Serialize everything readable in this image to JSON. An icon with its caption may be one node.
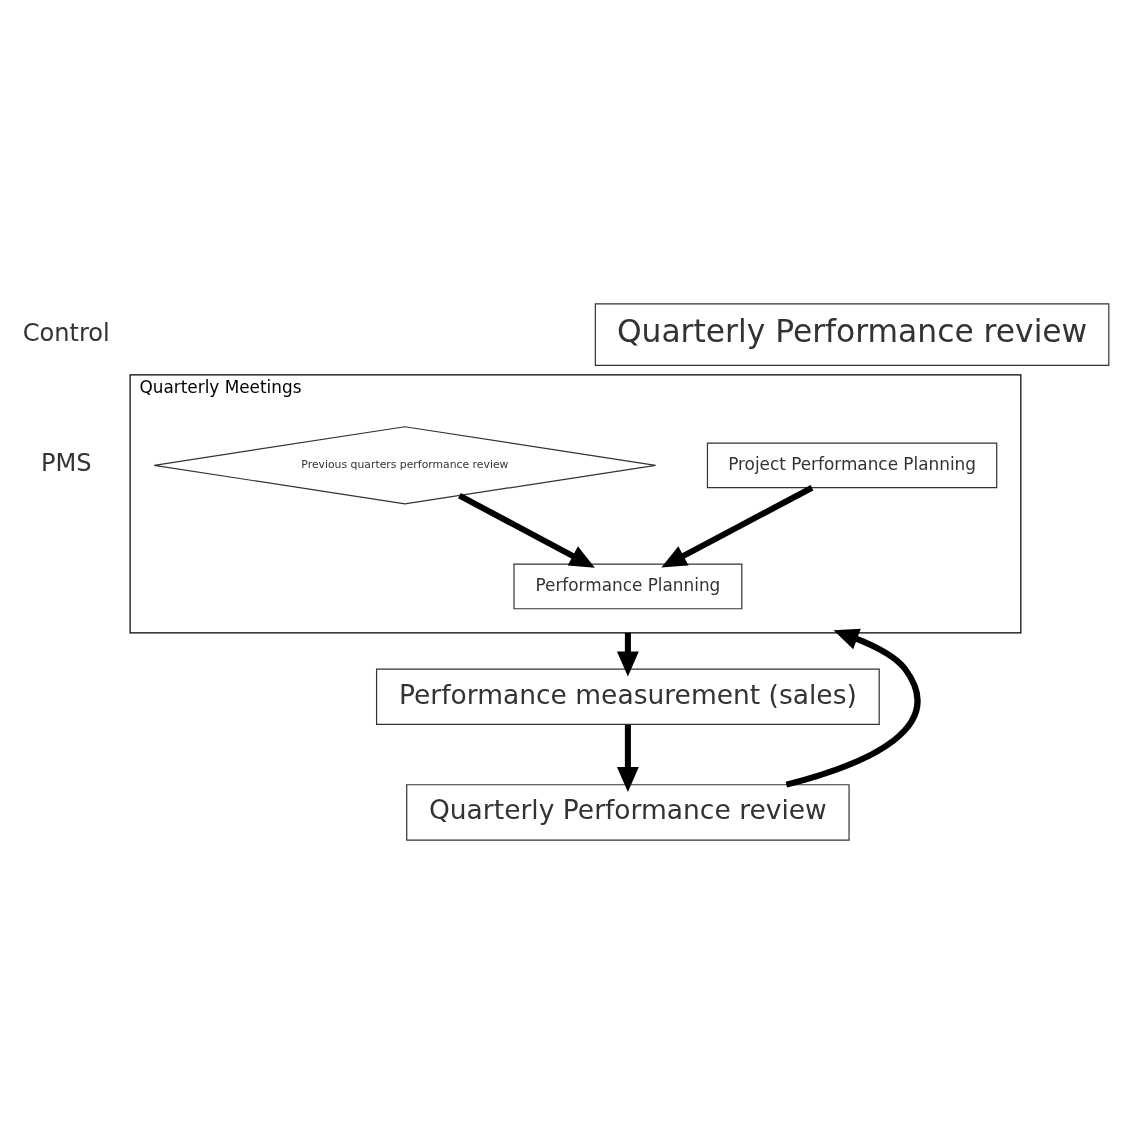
{
  "diagram": {
    "nodes": [
      {
        "text": [
          "Quarterly Performance review"
        ]
      },
      {
        "text": [
          "Quarterly Meetings"
        ]
      },
      {
        "text": [
          "Project Performance Planning"
        ],
        "in": 1
      },
      {
        "text": [
          "Previous quarters performance review"
        ],
        "in": 1
      },
      {
        "text": [
          "Performance Planning"
        ],
        "in": 1
      },
      {
        "text": [
          "Performance measurement (sales)"
        ]
      },
      {
        "text": [
          "Quarterly Performance review"
        ]
      }
    ],
    "edges": [
      {
        "from": 2,
        "to": 4,
        "arrow": "to"
      },
      {
        "from": 3,
        "to": 4,
        "arrow": "to"
      },
      {
        "from": 1,
        "to": 5,
        "arrow": "to"
      },
      {
        "from": 5,
        "to": 6,
        "arrow": "to"
      },
      {
        "from": 6,
        "to": 1,
        "arrow": "to"
      }
    ],
    "labels": [
      "Control",
      "PMS"
    ]
  }
}
